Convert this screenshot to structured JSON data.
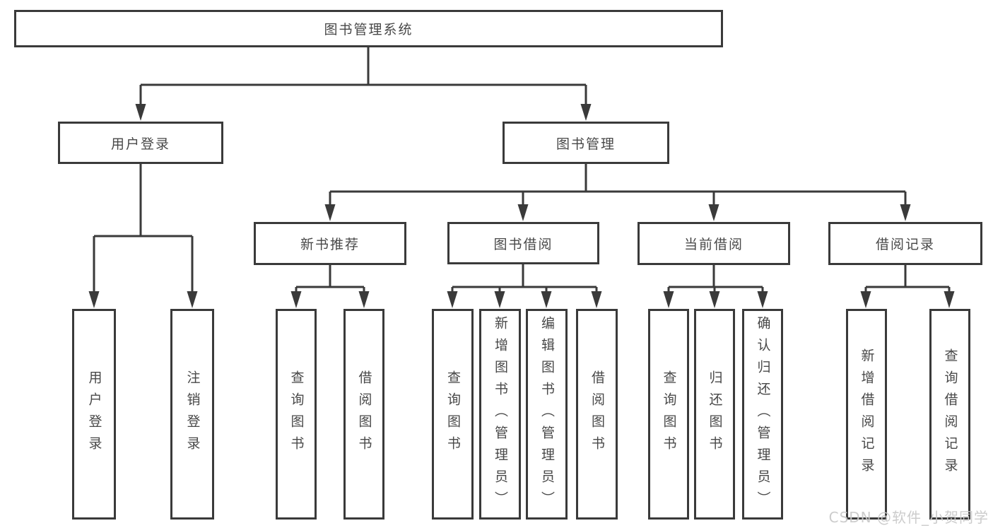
{
  "tree": {
    "root": {
      "label": "图书管理系统"
    },
    "level2": [
      {
        "label": "用户登录",
        "children": [
          {
            "label": "用户登录"
          },
          {
            "label": "注销登录"
          }
        ]
      },
      {
        "label": "图书管理",
        "children": [
          {
            "label": "新书推荐",
            "children": [
              {
                "label": "查询图书"
              },
              {
                "label": "借阅图书"
              }
            ]
          },
          {
            "label": "图书借阅",
            "children": [
              {
                "label": "查询图书"
              },
              {
                "label": "新增图书（管理员）"
              },
              {
                "label": "编辑图书（管理员）"
              },
              {
                "label": "借阅图书"
              }
            ]
          },
          {
            "label": "当前借阅",
            "children": [
              {
                "label": "查询图书"
              },
              {
                "label": "归还图书"
              },
              {
                "label": "确认归还（管理员）"
              }
            ]
          },
          {
            "label": "借阅记录",
            "children": [
              {
                "label": "新增借阅记录"
              },
              {
                "label": "查询借阅记录"
              }
            ]
          }
        ]
      }
    ]
  },
  "watermark": "CSDN @软件_小贺同学",
  "colors": {
    "line": "#3a3a3a",
    "box_border": "#3a3a3a",
    "box_fill": "#ffffff",
    "text": "#484848",
    "watermark": "#c9c9c9",
    "background": "#ffffff"
  }
}
